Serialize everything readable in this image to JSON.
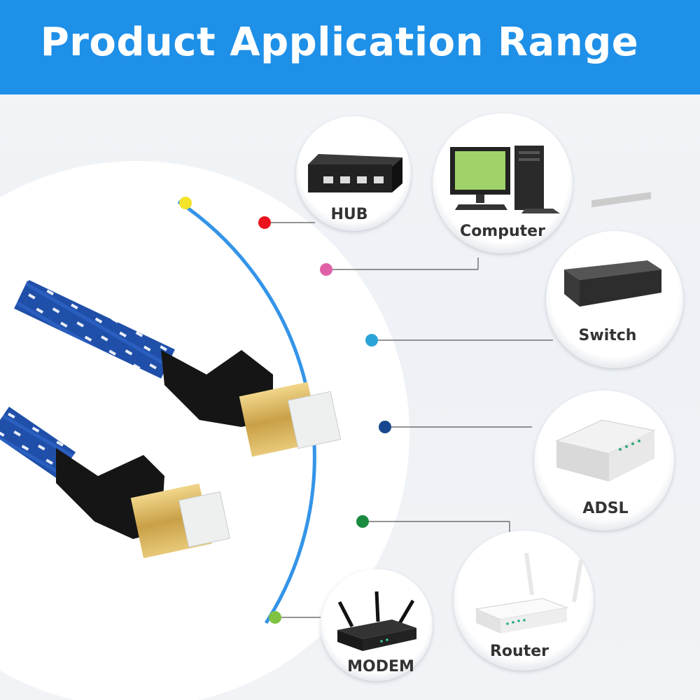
{
  "header": {
    "title": "Product Application Range"
  },
  "devices": [
    {
      "label": "HUB",
      "icon": "hub-icon",
      "dot_color": "#e8131c"
    },
    {
      "label": "Computer",
      "icon": "computer-icon",
      "dot_color": "#e060a8"
    },
    {
      "label": "Switch",
      "icon": "switch-icon",
      "dot_color": "#2ca3d8"
    },
    {
      "label": "ADSL",
      "icon": "adsl-icon",
      "dot_color": "#17478f"
    },
    {
      "label": "Router",
      "icon": "router-icon",
      "dot_color": "#1a8a3e"
    },
    {
      "label": "MODEM",
      "icon": "modem-icon",
      "dot_color": "#7fc241"
    }
  ],
  "top_dot_color": "#f3e42a",
  "colors": {
    "banner": "#1e90e8",
    "arc": "#1e88e5",
    "cable": "#1f4fa8",
    "plug_gold": "#d8b45a"
  }
}
